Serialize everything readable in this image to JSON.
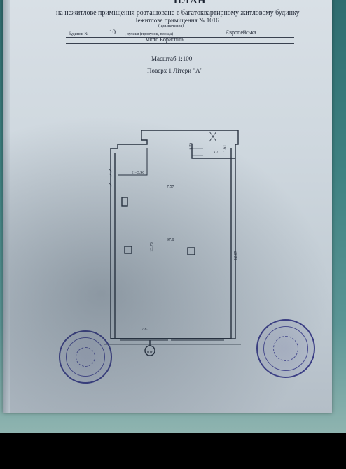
{
  "document": {
    "title": "ПЛАН",
    "subtitle": "на нежитлове приміщення розташоване в багатоквартирному житловому будинку",
    "premises": "Нежитлове приміщення № 1016",
    "premises_caption": "(призначення)",
    "building_label": "будинок №",
    "building_number": "10",
    "street_label": ", вулиця (провулок, площа)",
    "street": "Європейська",
    "city": "місто Бориспіль",
    "scale": "Масштаб 1:100",
    "floor": "Поверх 1 Літери \"А\""
  },
  "plan": {
    "height_label": "Н=3.90",
    "room_a_area": "7.57",
    "main_area": "97.8",
    "small_room_area": "3.7",
    "dim_top_left": "1.73",
    "dim_top_right": "1.61",
    "dim_vertical_main": "13.78",
    "dim_right": "12.07",
    "dim_bottom": "7.87",
    "marker": "1016"
  },
  "colors": {
    "paper": "#d3dbe2",
    "ink": "#1b2230",
    "stamp": "#3c3f86",
    "background": "#3f8282"
  }
}
